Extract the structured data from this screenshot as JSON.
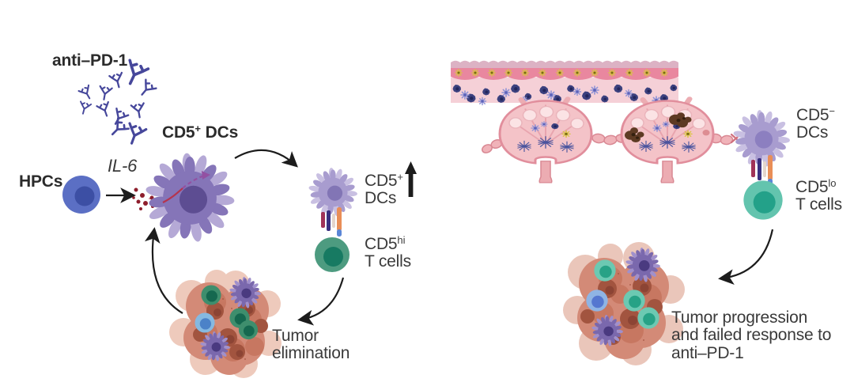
{
  "figure": {
    "left_panel": {
      "anti_pd1_label": "anti–PD-1",
      "hpcs_label": "HPCs",
      "il6_label": "IL-6",
      "cd5_dcs_heading": {
        "base": "CD5",
        "sup": "+",
        "rest": " DCs"
      },
      "cd5_dcs_caption": {
        "base": "CD5",
        "sup": "+",
        "line2": "DCs"
      },
      "cd5hi_tcells_caption": {
        "base": "CD5",
        "sup": "hi",
        "line2": "T cells"
      },
      "tumor_caption": {
        "line1": "Tumor",
        "line2": "elimination"
      }
    },
    "right_panel": {
      "cd5neg_dcs_caption": {
        "base": "CD5",
        "sup": "−",
        "line2": "DCs"
      },
      "cd5lo_tcells_caption": {
        "base": "CD5",
        "sup": "lo",
        "line2": "T cells"
      },
      "tumor_caption": {
        "line1": "Tumor progression",
        "line2": "and failed response to",
        "line3": "anti–PD-1"
      }
    },
    "icons": {
      "antibody_icon": "Y-shaped antibody",
      "up_arrow_icon": "↑ increase",
      "curved_arrow_icon": "curved process arrow",
      "il6_dots_icon": "secreted IL-6 cytokine dots"
    },
    "colors": {
      "text": "#3a3a3a",
      "antibody": "#46479b",
      "hpc_cell": "#5b6fc4",
      "cd5pos_dc_body": "#8575b8",
      "cd5neg_dc_body": "#a89ccf",
      "cd5hi_tcell": "#4d9b80",
      "cd5lo_tcell": "#63c4ae",
      "tumor_mass": "#d38a77",
      "lymph_node": "#f4c3c8",
      "epidermis": "#e9879f",
      "il6_dots": "#8e1e2c",
      "arrow": "#1c1c1c"
    }
  }
}
